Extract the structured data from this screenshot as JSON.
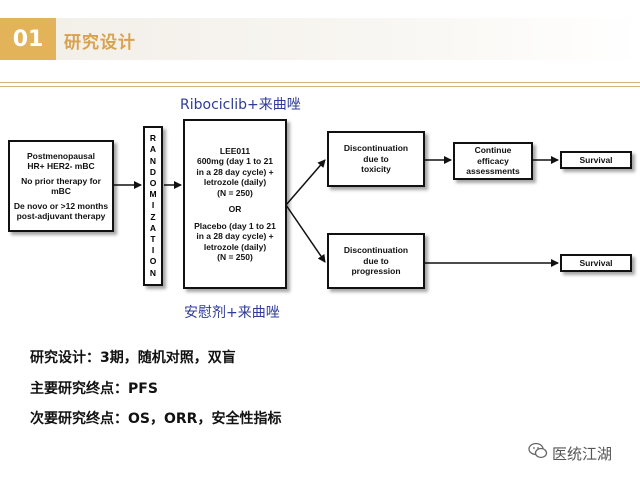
{
  "header": {
    "number": "01",
    "title": "研究设计"
  },
  "labels": {
    "top_arm": "Ribociclib+来曲唑",
    "bottom_arm": "安慰剂+来曲唑"
  },
  "boxes": {
    "population": [
      "Postmenopausal",
      "HR+ HER2- mBC",
      "",
      "No prior therapy for",
      "mBC",
      "",
      "De novo or >12 months",
      "post-adjuvant therapy"
    ],
    "randomization": [
      "R",
      "A",
      "N",
      "D",
      "O",
      "M",
      "I",
      "Z",
      "A",
      "T",
      "I",
      "O",
      "N"
    ],
    "treatment": [
      "LEE011",
      "600mg (day 1 to 21",
      "in a 28 day cycle) +",
      "letrozole (daily)",
      "(N = 250)",
      "",
      "OR",
      "",
      "Placebo (day 1 to 21",
      "in a 28 day cycle)  +",
      "letrozole (daily)",
      "(N = 250)"
    ],
    "disc_toxicity": [
      "Discontinuation",
      "due to",
      "toxicity"
    ],
    "disc_progression": [
      "Discontinuation",
      "due to",
      "progression"
    ],
    "continue": [
      "Continue",
      "efficacy",
      "assessments"
    ],
    "survival_top": "Survival",
    "survival_bottom": "Survival"
  },
  "info": {
    "line1": "研究设计：3期，随机对照，双盲",
    "line2": "主要研究终点：PFS",
    "line3": "次要研究终点：OS，ORR，安全性指标"
  },
  "watermark": {
    "text": "医统江湖",
    "icon": "wechat-icon"
  }
}
